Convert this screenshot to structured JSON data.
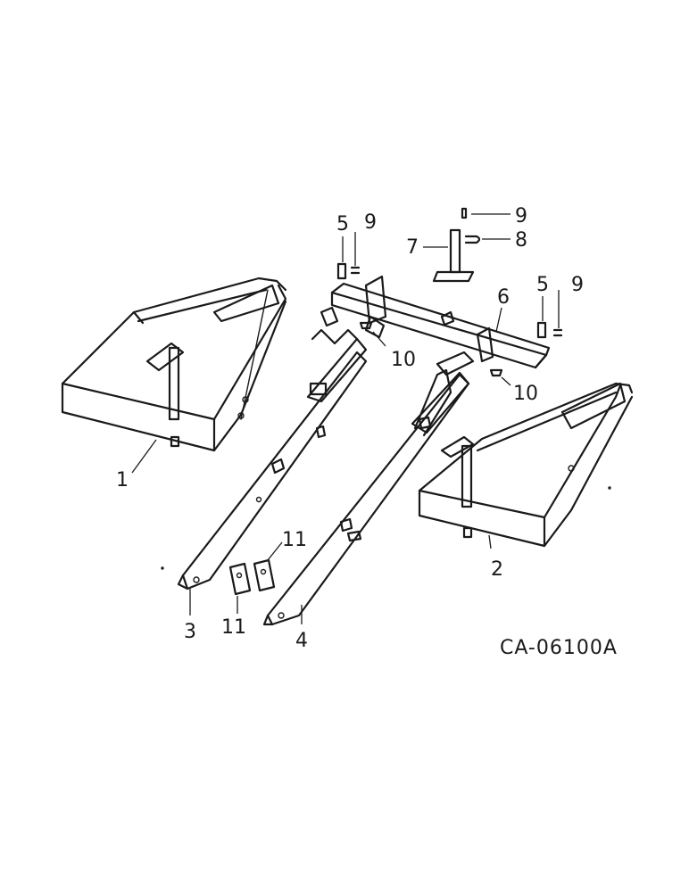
{
  "diagram": {
    "drawing_number": "CA-06100A",
    "callouts": {
      "c1": "1",
      "c2": "2",
      "c3": "3",
      "c4": "4",
      "c5a": "5",
      "c5b": "5",
      "c6": "6",
      "c7": "7",
      "c8": "8",
      "c9a": "9",
      "c9b": "9",
      "c9c": "9",
      "c10a": "10",
      "c10b": "10",
      "c11a": "11",
      "c11b": "11"
    }
  }
}
